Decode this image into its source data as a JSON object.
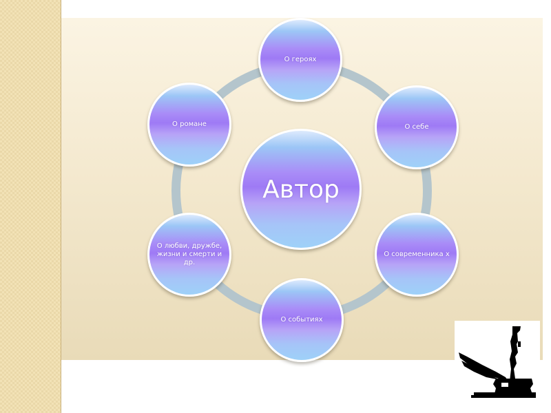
{
  "diagram": {
    "center": {
      "label": "Автор"
    },
    "nodes": [
      {
        "label": "О героях"
      },
      {
        "label": "О себе"
      },
      {
        "label": "О современника х"
      },
      {
        "label": "О событиях"
      },
      {
        "label": "О любви, дружбе, жизни и смерти и др."
      },
      {
        "label": "О романе"
      }
    ]
  },
  "colors": {
    "ring": "#b4c5cc",
    "node_gradient_top": "#ddeafd",
    "node_gradient_mid": "#9e7af5",
    "node_gradient_bottom": "#9ed1f8",
    "panel_background": "#f4e9cf",
    "left_strip": "#f2e2b6"
  },
  "decorations": {
    "corner_image": "quill-pen-inkwell-icon"
  }
}
